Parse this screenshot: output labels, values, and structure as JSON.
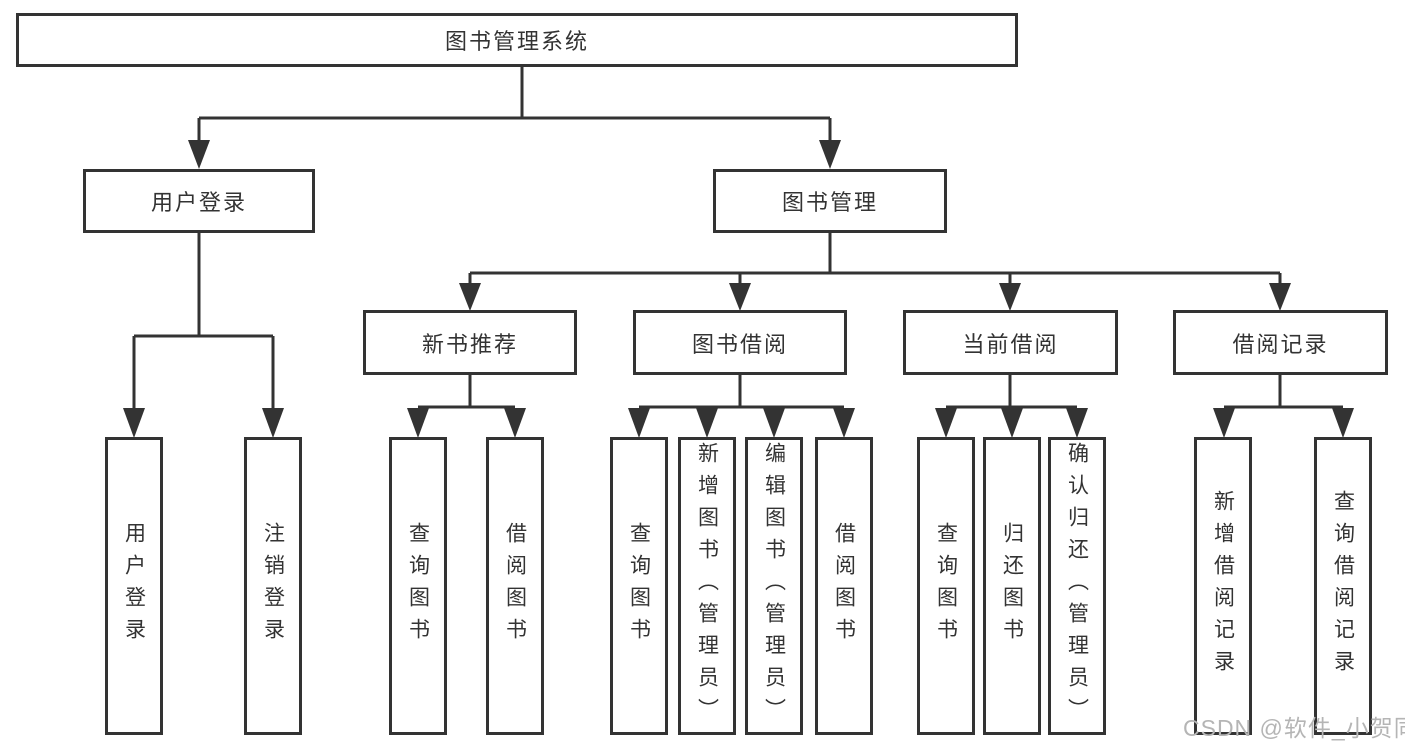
{
  "diagram": {
    "title": "图书管理系统",
    "root": {
      "label": "图书管理系统"
    },
    "level2": [
      {
        "label": "用户登录"
      },
      {
        "label": "图书管理"
      }
    ],
    "level3": [
      {
        "label": "新书推荐"
      },
      {
        "label": "图书借阅"
      },
      {
        "label": "当前借阅"
      },
      {
        "label": "借阅记录"
      }
    ],
    "leaves": [
      {
        "label": "用户登录",
        "parent": "用户登录"
      },
      {
        "label": "注销登录",
        "parent": "用户登录"
      },
      {
        "label": "查询图书",
        "parent": "新书推荐"
      },
      {
        "label": "借阅图书",
        "parent": "新书推荐"
      },
      {
        "label": "查询图书",
        "parent": "图书借阅"
      },
      {
        "label": "新增图书（管理员）",
        "parent": "图书借阅"
      },
      {
        "label": "编辑图书（管理员）",
        "parent": "图书借阅"
      },
      {
        "label": "借阅图书",
        "parent": "图书借阅"
      },
      {
        "label": "查询图书",
        "parent": "当前借阅"
      },
      {
        "label": "归还图书",
        "parent": "当前借阅"
      },
      {
        "label": "确认归还（管理员）",
        "parent": "当前借阅"
      },
      {
        "label": "新增借阅记录",
        "parent": "借阅记录"
      },
      {
        "label": "查询借阅记录",
        "parent": "借阅记录"
      }
    ],
    "watermark": "CSDN @软件_小贺同学",
    "colors": {
      "line": "#333333",
      "text": "#333333",
      "box_fill": "#ffffff",
      "watermark": "#b5b5b5",
      "background": "#ffffff"
    }
  }
}
